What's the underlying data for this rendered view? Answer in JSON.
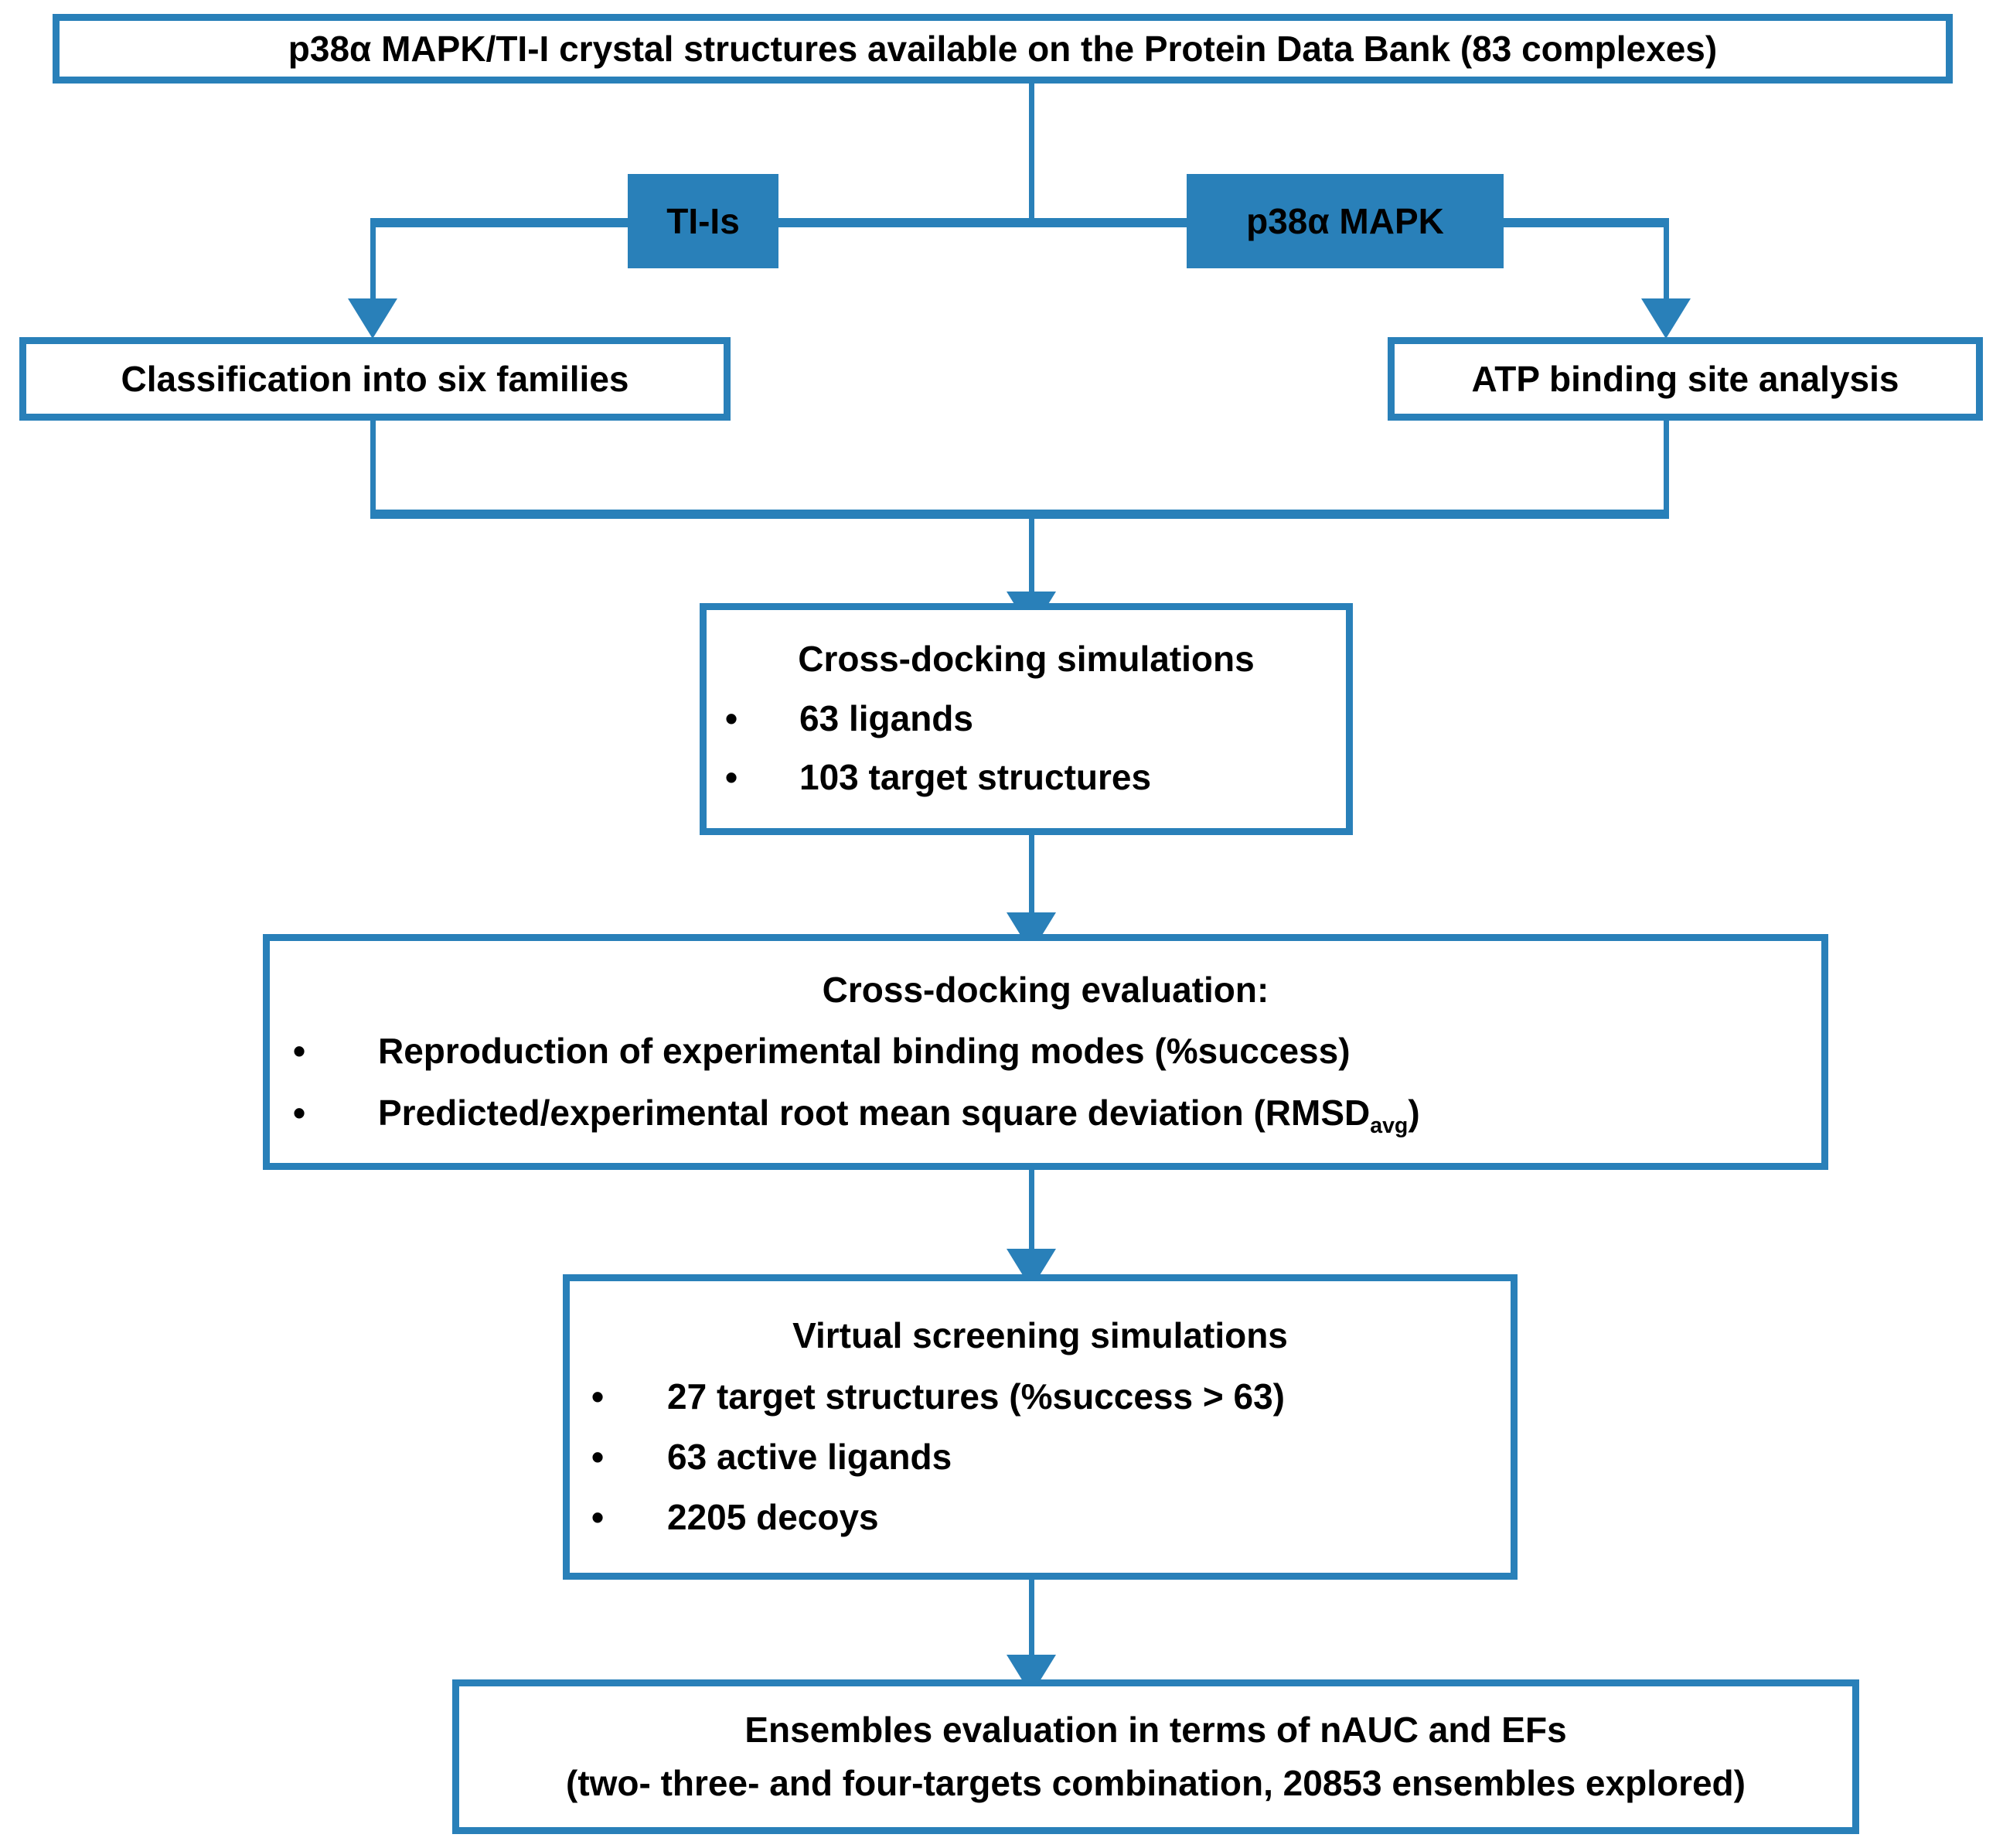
{
  "theme": {
    "accent": "#2980B9",
    "box_fill": "#FFFFFF",
    "text_color": "#000000"
  },
  "flow": {
    "top_box": {
      "title": "p38α MAPK/TI-I crystal structures available on the Protein Data Bank (83 complexes)"
    },
    "branch_labels": {
      "left": "TI-Is",
      "right": "p38α MAPK"
    },
    "left_box": {
      "title": "Classification into six families"
    },
    "right_box": {
      "title": "ATP binding site analysis"
    },
    "cross_docking_box": {
      "title": "Cross-docking simulations",
      "bullets": [
        "63 ligands",
        "103 target structures"
      ]
    },
    "cross_docking_eval_box": {
      "title": "Cross-docking evaluation:",
      "bullets": [
        "Reproduction of experimental binding modes (%success)",
        "Predicted/experimental root mean square deviation (RMSD"
      ],
      "rmsd_subscript": "avg",
      "rmsd_close": ")"
    },
    "virtual_screening_box": {
      "title": "Virtual screening simulations",
      "bullets": [
        "27 target structures (%success > 63)",
        "63 active ligands",
        "2205 decoys"
      ]
    },
    "bottom_box": {
      "line1": "Ensembles evaluation in terms of nAUC and EFs",
      "line2": "(two- three- and four-targets combination, 20853 ensembles explored)"
    },
    "bullet_glyph": "•"
  }
}
